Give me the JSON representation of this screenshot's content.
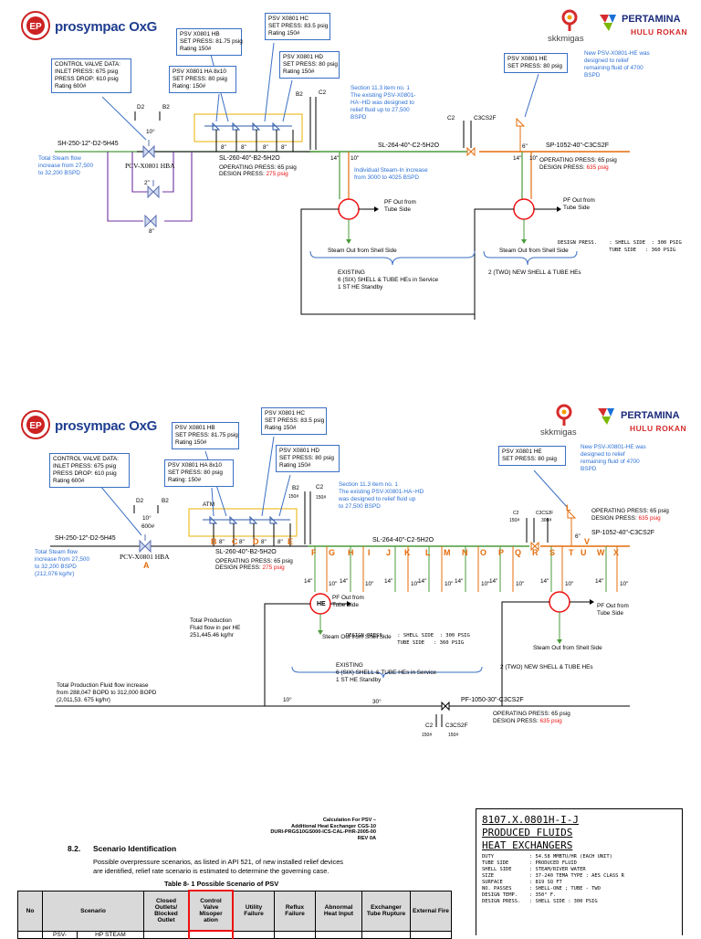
{
  "logos": {
    "prosympac": "prosympac OxG",
    "skkmigas": "skkmigas",
    "pertamina": "PERTAMINA",
    "hulu_rokan": "HULU ROKAN"
  },
  "d1": {
    "control_valve": [
      "CONTROL VALVE DATA:",
      "INLET PRESS: 675 psig",
      "PRESS DROP: 610 psig",
      "Rating 600#"
    ],
    "psv_hb": [
      "PSV X0801 HB",
      "SET PRESS: 81.75 psig",
      "Rating 150#"
    ],
    "psv_hc": [
      "PSV X0801 HC",
      "SET PRESS: 83.5 psig",
      "Rating 150#"
    ],
    "psv_ha": [
      "PSV X0801 HA 8x10",
      "SET PRESS: 80 psig",
      "Rating: 150#"
    ],
    "psv_hd": [
      "PSV X0801 HD",
      "SET PRESS: 80 psig",
      "Rating 150#"
    ],
    "psv_he": [
      "PSV X0801 HE",
      "SET PRESS: 80 psig"
    ],
    "new_psv_note": [
      "New PSV-X0801-HE was",
      "designed to relief",
      "remaining fluid of 4700",
      "BSPD"
    ],
    "section_note": [
      "Section 11.3 item no. 1",
      "The existing PSV-X0801-",
      "HA~HD was designed to",
      "relief fluid up to 27,500",
      "BSPD"
    ],
    "line_in": "SH-250-12\"-D2-5H45",
    "pcv": "PCV-X0801 HBA",
    "steam_flow": [
      "Total Steam flow",
      "increase from 27,500",
      "to 32,200 BSPD"
    ],
    "header_line": "SL-260-40\"-B2-5H2O",
    "operating": "OPERATING PRESS: 65 psig",
    "design_label": "DESIGN PRESS: ",
    "design_value": "275 psig",
    "sl264": "SL-264-40\"-C2-5H2O",
    "sp1052": "SP-1052-40\"-C3CS2F",
    "op_right": "OPERATING PRESS: 65 psig",
    "design_right_label": "DESIGN PRESS: ",
    "design_right_value": "635 psig",
    "individual": [
      "Individual Steam-In increase",
      "from 3000 to 4025 BSPD"
    ],
    "pf_out": [
      "PF Out from",
      "Tube Side"
    ],
    "steam_out": "Steam Out from Shell Side",
    "existing": [
      "EXISTING",
      "6 (SIX) SHELL & TUBE HEs in Service",
      "1 ST HE Standby"
    ],
    "two_new": "2 (TWO) NEW SHELL & TUBE HEs",
    "design_press_shell": [
      "DESIGN PRESS.    : SHELL SIDE  : 300 PSIG",
      "                 TUBE SIDE   : 360 PSIG"
    ],
    "d2": "D2",
    "b2": "B2",
    "c2": "C2",
    "c3cs2f": "C3CS2F",
    "deg10": "10°",
    "deg2": "2\"",
    "deg8": "8\"",
    "size8": "8\"",
    "size14": "14\"",
    "size10": "10\"",
    "size6": "6\""
  },
  "d2": {
    "control_valve": [
      "CONTROL VALVE DATA:",
      "INLET PRESS: 675 psig",
      "PRESS DROP: 610 psig",
      "Rating 600#"
    ],
    "psv_hb": [
      "PSV X0801 HB",
      "SET PRESS: 81.75 psig",
      "Rating 150#"
    ],
    "psv_hc": [
      "PSV X0801 HC",
      "SET PRESS: 83.5 psig",
      "Rating 150#"
    ],
    "psv_ha": [
      "PSV X0801 HA 8x10",
      "SET PRESS: 80 psig",
      "Rating: 150#"
    ],
    "psv_hd": [
      "PSV X0801 HD",
      "SET PRESS: 80 psig",
      "Rating 150#"
    ],
    "psv_he": [
      "PSV X0801 HE",
      "SET PRESS: 80 psig"
    ],
    "new_psv_note": [
      "New PSV-X0801-HE was",
      "designed to relief",
      "remaining fluid of 4700",
      "BSPD"
    ],
    "section_note": [
      "Section 11.3 item no. 1",
      "The existing PSV-X0801-HA~HD",
      "was designed to relief fluid up",
      "to 27,500 BSPD"
    ],
    "line_in": "SH-250-12\"-D2-5H45",
    "pcv": "PCV-X0801 HBA",
    "steam_flow": [
      "Total Steam flow",
      "increase from 27,500",
      "to 32,200 BSPD",
      "(212,076 kg/hr)"
    ],
    "header_line": "SL-260-40\"-B2-5H2O",
    "operating": "OPERATING PRESS: 65 psig",
    "design_label": "DESIGN PRESS: ",
    "design_value": "275 psig",
    "sl264": "SL-264-40\"-C2-5H2O",
    "sp1052": "SP-1052-40\"-C3CS2F",
    "op_right": "OPERATING PRESS: 65 psig",
    "design_right_label": "DESIGN PRESS: ",
    "design_right_value": "635 psig",
    "prod_per_he": [
      "Total Production",
      "Fluid flow in per HE",
      "251,445.46 kg/hr"
    ],
    "pf_out": [
      "PF Out from",
      "Tube Side"
    ],
    "steam_out": "Steam Out from Shell Side",
    "existing": [
      "EXISTING",
      "6 (SIX) SHELL & TUBE HEs in Service",
      "1 ST HE Standby"
    ],
    "two_new": "2 (TWO) NEW SHELL & TUBE HEs",
    "design_press_shell": [
      "DESIGN PRESS.    : SHELL SIDE  : 300 PSIG",
      "                 TUBE SIDE   : 360 PSIG"
    ],
    "total_prod": [
      "Total Production Fluid flow increase",
      "from 288,047 BOPD to 312,000 BOPD",
      "(2,011,53. 675 kg/hr)"
    ],
    "pf1050": "PF-1050-30\"-C3CS2F",
    "op_bottom": "OPERATING PRESS: 65 psig",
    "design_bottom_label": "DESIGN PRESS: ",
    "design_bottom_value": "635 psig",
    "he": "HE",
    "atm": "ATM",
    "letters_top": [
      "B",
      "C",
      "D",
      "E"
    ],
    "letters_row": [
      "F",
      "G",
      "H",
      "I",
      "J",
      "K",
      "L",
      "M",
      "N",
      "O",
      "P",
      "Q",
      "R",
      "S",
      "T",
      "U",
      "V",
      "W",
      "X"
    ],
    "letter_a": "A",
    "letter_l": "L",
    "d2": "D2",
    "b2": "B2",
    "c2": "C2",
    "c3cs2f": "C3CS2F",
    "r150": "150#",
    "r300": "300#",
    "r600": "600#",
    "deg10": "10°",
    "deg30": "30°",
    "size8": "8\"",
    "size14": "14\"",
    "size10": "10\"",
    "size6": "6\""
  },
  "doc": {
    "calc_header": [
      "Calculation For PSV –",
      "Additional Heat Exchanger CGS-10",
      "DURI-PRGS10GS000-ICS-CAL-PHR-2005-00",
      "REV 0A"
    ],
    "section_number": "8.2.",
    "section_title": "Scenario Identification",
    "paragraph": [
      "Possible overpressure scenarios, as listed in API 521, of new installed relief devices",
      "are identified, relief rate scenario is estimated to determine the governing case."
    ],
    "table_caption": "Table 8- 1 Possible Scenario of PSV",
    "headers": [
      "No",
      "Scenario",
      "Closed Outlets/ Blocked Outlet",
      "Control Valve Misoper ation",
      "Utility Failure",
      "Reflux Failure",
      "Abnormal Heat Input",
      "Exchanger Tube Rupture",
      "External Fire"
    ],
    "row1": [
      "PSV-",
      "HP STEAM"
    ]
  },
  "datasheet": {
    "title": "8107.X.0801H-I-J",
    "subtitle": "PRODUCED FLUIDS",
    "subtitle2": "HEAT EXCHANGERS",
    "rows": [
      [
        "DUTY",
        ": 54.58 MMBTU/HR (EACH UNIT)"
      ],
      [
        "TUBE SIDE",
        ": PRODUCED FLUID"
      ],
      [
        "SHELL SIDE",
        ": STEAM/RIVER WATER"
      ],
      [
        "SIZE",
        ": 37-240 TEMA TYPE : AES CLASS R"
      ],
      [
        "SURFACE",
        ": 819 SQ FT"
      ],
      [
        "NO. PASSES",
        ": SHELL-ONE ; TUBE - TWO"
      ],
      [
        "DESIGN TEMP.",
        ": 350° F."
      ],
      [
        "DESIGN PRESS.",
        ": SHELL SIDE : 300 PSIG"
      ]
    ]
  }
}
